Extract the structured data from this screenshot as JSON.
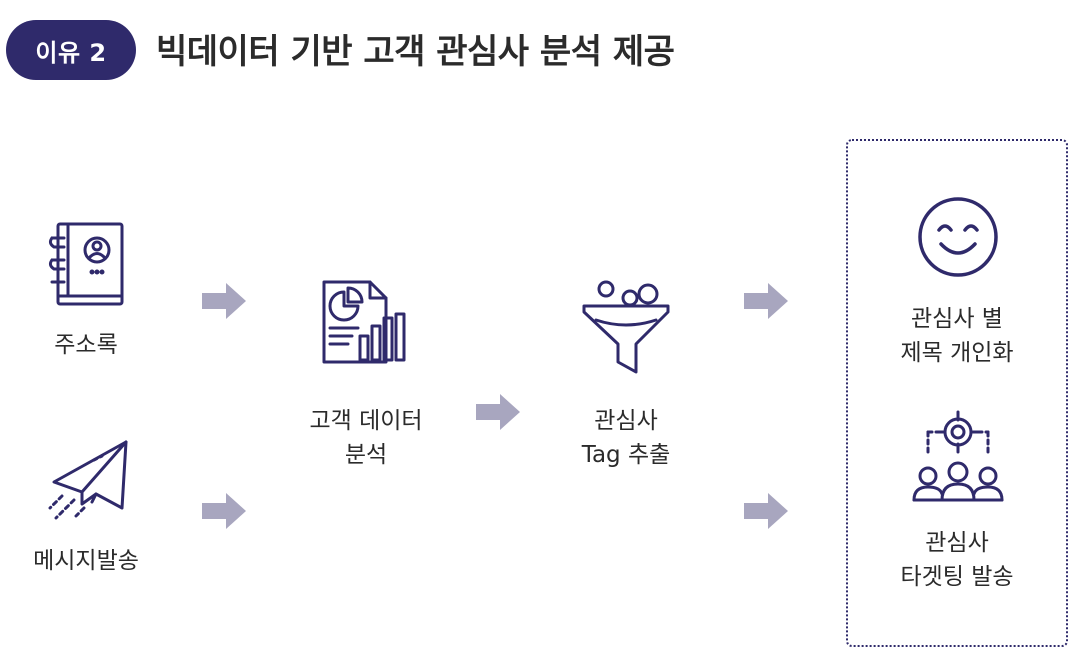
{
  "header": {
    "badge": "이유 2",
    "title": "빅데이터 기반 고객 관심사 분석 제공"
  },
  "nodes": {
    "address_book": {
      "label": "주소록",
      "icon": "address-book-icon"
    },
    "message_send": {
      "label": "메시지발송",
      "icon": "paper-plane-icon"
    },
    "data_analysis": {
      "line1": "고객 데이터",
      "line2": "분석",
      "icon": "report-chart-icon"
    },
    "tag_extract": {
      "line1": "관심사",
      "line2": "Tag 추출",
      "icon": "funnel-icon"
    },
    "personalized_title": {
      "line1": "관심사 별",
      "line2": "제목 개인화",
      "icon": "smile-face-icon"
    },
    "targeting_send": {
      "line1": "관심사",
      "line2": "타겟팅 발송",
      "icon": "target-group-icon"
    }
  },
  "colors": {
    "primary": "#2f2a6b",
    "arrow": "#a8a6bf",
    "text": "#2b2b2b"
  }
}
